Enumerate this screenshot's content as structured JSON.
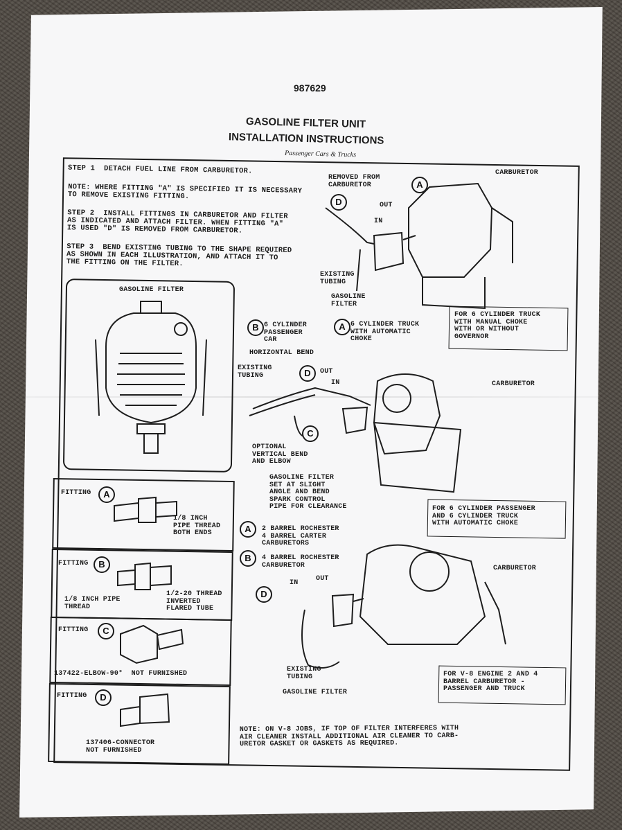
{
  "doc_number": "987629",
  "title_line1": "GASOLINE FILTER UNIT",
  "title_line2": "INSTALLATION INSTRUCTIONS",
  "subtitle": "Passenger Cars & Trucks",
  "steps": {
    "step1": "STEP 1  DETACH FUEL LINE FROM CARBURETOR.",
    "note1": "NOTE: WHERE FITTING \"A\" IS SPECIFIED IT IS NECESSARY\nTO REMOVE EXISTING FITTING.",
    "step2": "STEP 2  INSTALL FITTINGS IN CARBURETOR AND FILTER\nAS INDICATED AND ATTACH FILTER. WHEN FITTING \"A\"\nIS USED \"D\" IS REMOVED FROM CARBURETOR.",
    "step3": "STEP 3  BEND EXISTING TUBING TO THE SHAPE REQUIRED\nAS SHOWN IN EACH ILLUSTRATION, AND ATTACH IT TO\nTHE FITTING ON THE FILTER."
  },
  "filter_box_title": "GASOLINE FILTER",
  "fittings": {
    "A": {
      "letter": "A",
      "label": "FITTING",
      "desc": "1/8 INCH\nPIPE THREAD\nBOTH ENDS"
    },
    "B": {
      "letter": "B",
      "label": "FITTING",
      "desc_left": "1/8 INCH PIPE\nTHREAD",
      "desc_right": "1/2-20 THREAD\nINVERTED\nFLARED TUBE"
    },
    "C": {
      "letter": "C",
      "label": "FITTING",
      "desc": "137422-ELBOW-90°  NOT FURNISHED"
    },
    "D": {
      "letter": "D",
      "label": "FITTING",
      "desc": "137406-CONNECTOR\nNOT FURNISHED"
    }
  },
  "diagram1": {
    "removed": "REMOVED FROM\nCARBURETOR",
    "carburetor": "CARBURETOR",
    "out": "OUT",
    "in": "IN",
    "existing_tubing": "EXISTING\nTUBING",
    "gasoline_filter": "GASOLINE\nFILTER",
    "caption": "FOR 6 CYLINDER TRUCK\nWITH MANUAL CHOKE\nWITH OR WITHOUT\nGOVERNOR",
    "circle_a": "A",
    "circle_d": "D"
  },
  "diagram2": {
    "b_label": "6 CYLINDER\nPASSENGER\nCAR",
    "a_label": "6 CYLINDER TRUCK\nWITH AUTOMATIC\nCHOKE",
    "horizontal_bend": "HORIZONTAL BEND",
    "existing_tubing": "EXISTING\nTUBING",
    "out": "OUT",
    "in": "IN",
    "carburetor": "CARBURETOR",
    "optional": "OPTIONAL\nVERTICAL BEND\nAND ELBOW",
    "filter_note": "GASOLINE FILTER\nSET AT SLIGHT\nANGLE AND BEND\nSPARK CONTROL\nPIPE FOR CLEARANCE",
    "caption": "FOR 6 CYLINDER PASSENGER\nAND 6 CYLINDER TRUCK\nWITH AUTOMATIC CHOKE",
    "circle_a": "A",
    "circle_b": "B",
    "circle_c": "C",
    "circle_d": "D"
  },
  "diagram3": {
    "a_label": "2 BARREL ROCHESTER\n4 BARREL CARTER\nCARBURETORS",
    "b_label": "4 BARREL ROCHESTER\nCARBURETOR",
    "carburetor": "CARBURETOR",
    "in": "IN",
    "out": "OUT",
    "existing_tubing": "EXISTING\nTUBING",
    "gasoline_filter": "GASOLINE FILTER",
    "caption": "FOR V-8 ENGINE 2 AND 4\nBARREL CARBURETOR -\nPASSENGER AND TRUCK",
    "circle_a": "A",
    "circle_b": "B",
    "circle_d": "D"
  },
  "bottom_note": "NOTE: ON V-8 JOBS, IF TOP OF FILTER INTERFERES WITH\nAIR CLEANER INSTALL ADDITIONAL AIR CLEANER TO CARB-\nURETOR GASKET OR GASKETS AS REQUIRED."
}
